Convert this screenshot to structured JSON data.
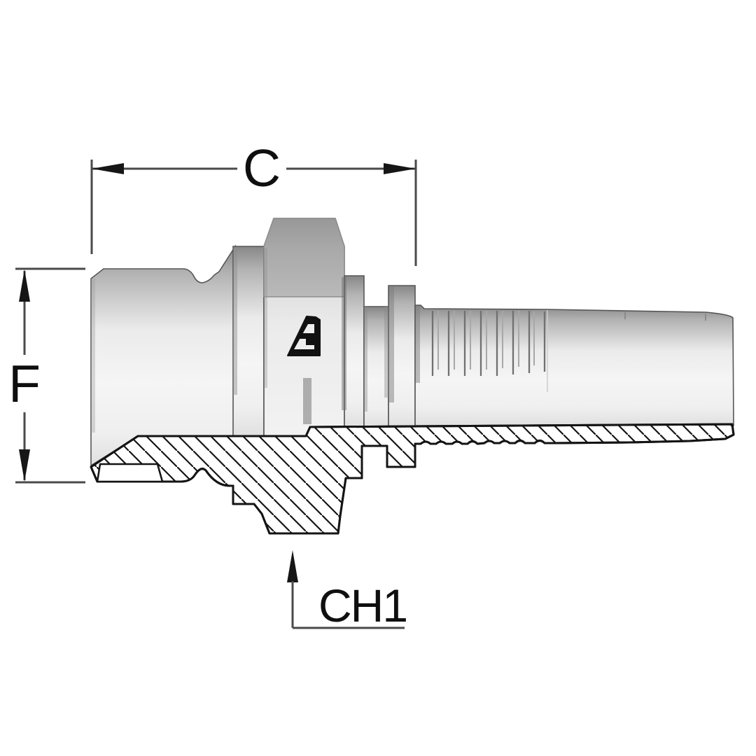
{
  "page": {
    "background": "#ffffff"
  },
  "drawing": {
    "description": "Half-section technical drawing of a straight male hydraulic hose insert fitting with hex, collar and serrated hose tail",
    "labels": {
      "c": "C",
      "f": "F",
      "ch1": "CH1"
    },
    "colors": {
      "dimension_line": "#4a4a4a",
      "arrowhead": "#161616",
      "outline": "#141414",
      "body_shade_dark": "#878787",
      "body_shade_light": "#f5f5f5",
      "hex_facet": "#a9a9a9",
      "hatch_line": "#141414",
      "label_text": "#0f0f0f"
    }
  }
}
